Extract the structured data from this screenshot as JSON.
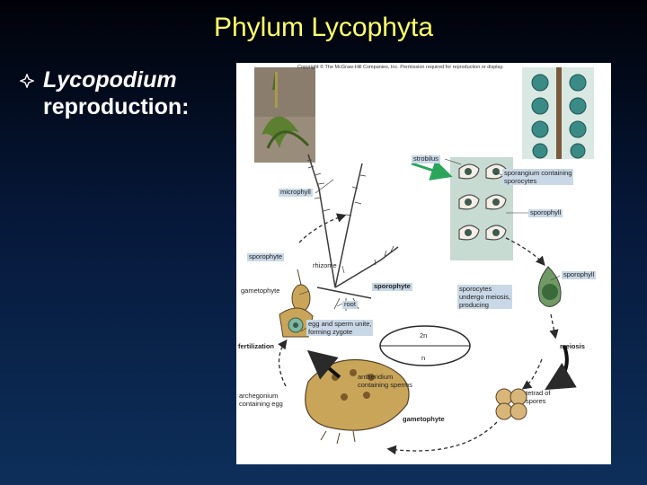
{
  "slide": {
    "title": "Phylum Lycophyta",
    "bullet": {
      "line1": "Lycopodium",
      "line2": "reproduction:"
    }
  },
  "figure": {
    "copyright": "Copyright © The McGraw-Hill Companies, Inc. Permission required for reproduction or display.",
    "labels": {
      "strobilus": "strobilus",
      "sporangium": [
        "sporangium containing",
        "sporocytes"
      ],
      "sporophyll_top": "sporophyll",
      "microphyll": "microphyll",
      "sporophyte_left": "sporophyte",
      "rhizome": "rhizome",
      "gametophyte_left": "gametophyte",
      "sporophyte_center": "sporophyte",
      "root": "root",
      "sporocytes_meiosis": [
        "sporocytes",
        "undergo meiosis,",
        "producing"
      ],
      "sporophyll_right": "sporophyll",
      "egg_sperm": [
        "egg and sperm unite,",
        "forming zygote"
      ],
      "two_n": "2n",
      "n": "n",
      "fertilization": "fertilization",
      "meiosis": "meiosis",
      "antheridium": [
        "antheridium",
        "containing sperms"
      ],
      "archegonium": [
        "archegonium",
        "containing egg"
      ],
      "tetrad": [
        "tetrad of",
        "spores"
      ],
      "gametophyte_bottom": "gametophyte"
    }
  }
}
